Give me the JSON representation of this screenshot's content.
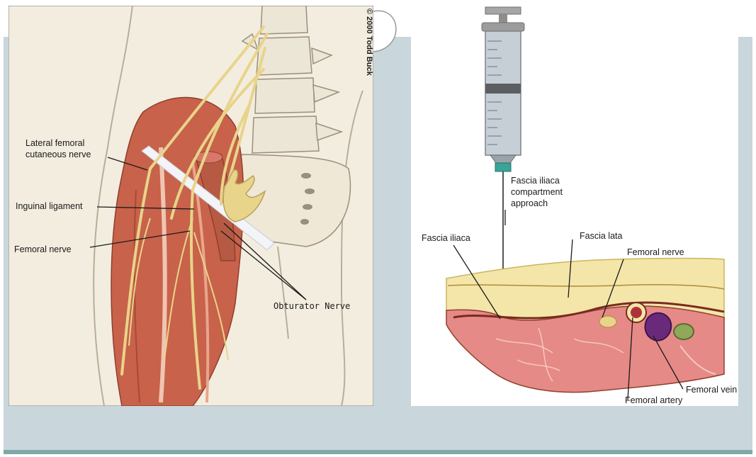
{
  "left_figure": {
    "copyright": "© 2000 Todd Buck",
    "labels": {
      "lateral_femoral_line1": "Lateral femoral",
      "lateral_femoral_line2": "cutaneous nerve",
      "inguinal_ligament": "Inguinal ligament",
      "femoral_nerve": "Femoral nerve",
      "obturator_nerve": "Obturator Nerve"
    }
  },
  "right_figure": {
    "labels": {
      "approach_line1": "Fascia iliaca",
      "approach_line2": "compartment",
      "approach_line3": "approach",
      "fascia_iliaca": "Fascia iliaca",
      "fascia_lata": "Fascia lata",
      "femoral_nerve": "Femoral nerve",
      "femoral_vein": "Femoral vein",
      "femoral_artery": "Femoral artery"
    }
  },
  "colors": {
    "slide_panel": "#c9d6dc",
    "slide_bar": "#7fa8a8",
    "muscle": "#c8624a",
    "nerve": "#e8d48a",
    "ligament": "#f2f4f8",
    "fat": "#f3e6a8",
    "tissue": "#e58a86",
    "artery": "#b0303a",
    "vein": "#6a2a7a",
    "lymph": "#8fa85a"
  }
}
